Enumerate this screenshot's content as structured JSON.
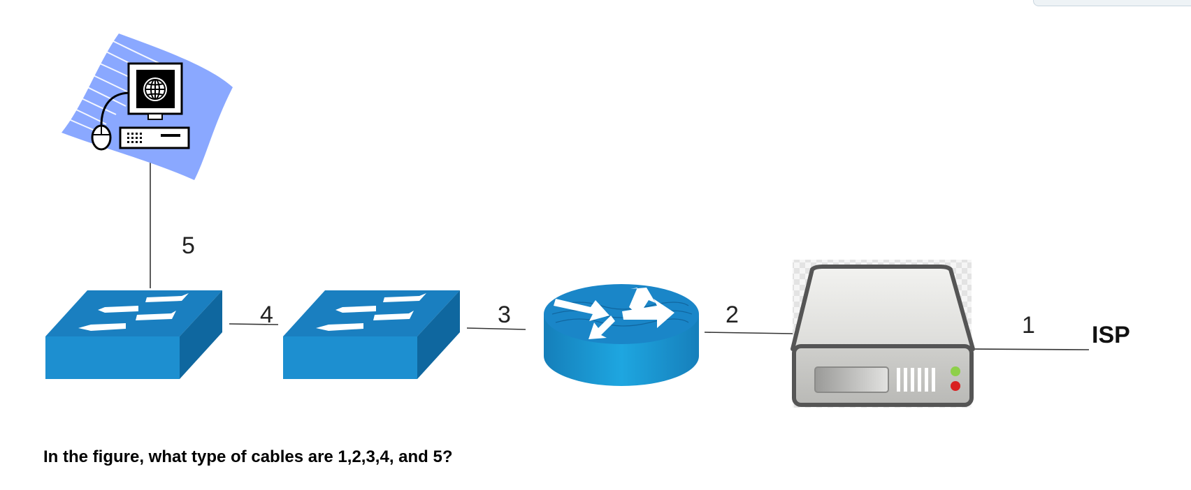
{
  "diagram": {
    "nodes": [
      {
        "id": "pc",
        "label": "",
        "icon": "computer-icon"
      },
      {
        "id": "switch-1",
        "label": "",
        "icon": "switch-icon"
      },
      {
        "id": "switch-2",
        "label": "",
        "icon": "switch-icon"
      },
      {
        "id": "router",
        "label": "",
        "icon": "router-icon"
      },
      {
        "id": "server",
        "label": "",
        "icon": "server-icon"
      },
      {
        "id": "isp",
        "label": "ISP"
      }
    ],
    "cables": [
      {
        "label": "1",
        "from": "server",
        "to": "isp"
      },
      {
        "label": "2",
        "from": "router",
        "to": "server"
      },
      {
        "label": "3",
        "from": "switch-2",
        "to": "router"
      },
      {
        "label": "4",
        "from": "switch-1",
        "to": "switch-2"
      },
      {
        "label": "5",
        "from": "pc",
        "to": "switch-1"
      }
    ]
  },
  "question": "In the figure, what type of cables are 1,2,3,4, and 5?",
  "colors": {
    "switch_top": "#1a7fc0",
    "switch_front": "#1d8fd0",
    "switch_side": "#0f679f",
    "router_body": "#1aa0db",
    "pc_swoosh": "#8aa8ff",
    "server_body": "#d7d7d4",
    "led_green": "#8ed04a",
    "led_red": "#d92020"
  }
}
